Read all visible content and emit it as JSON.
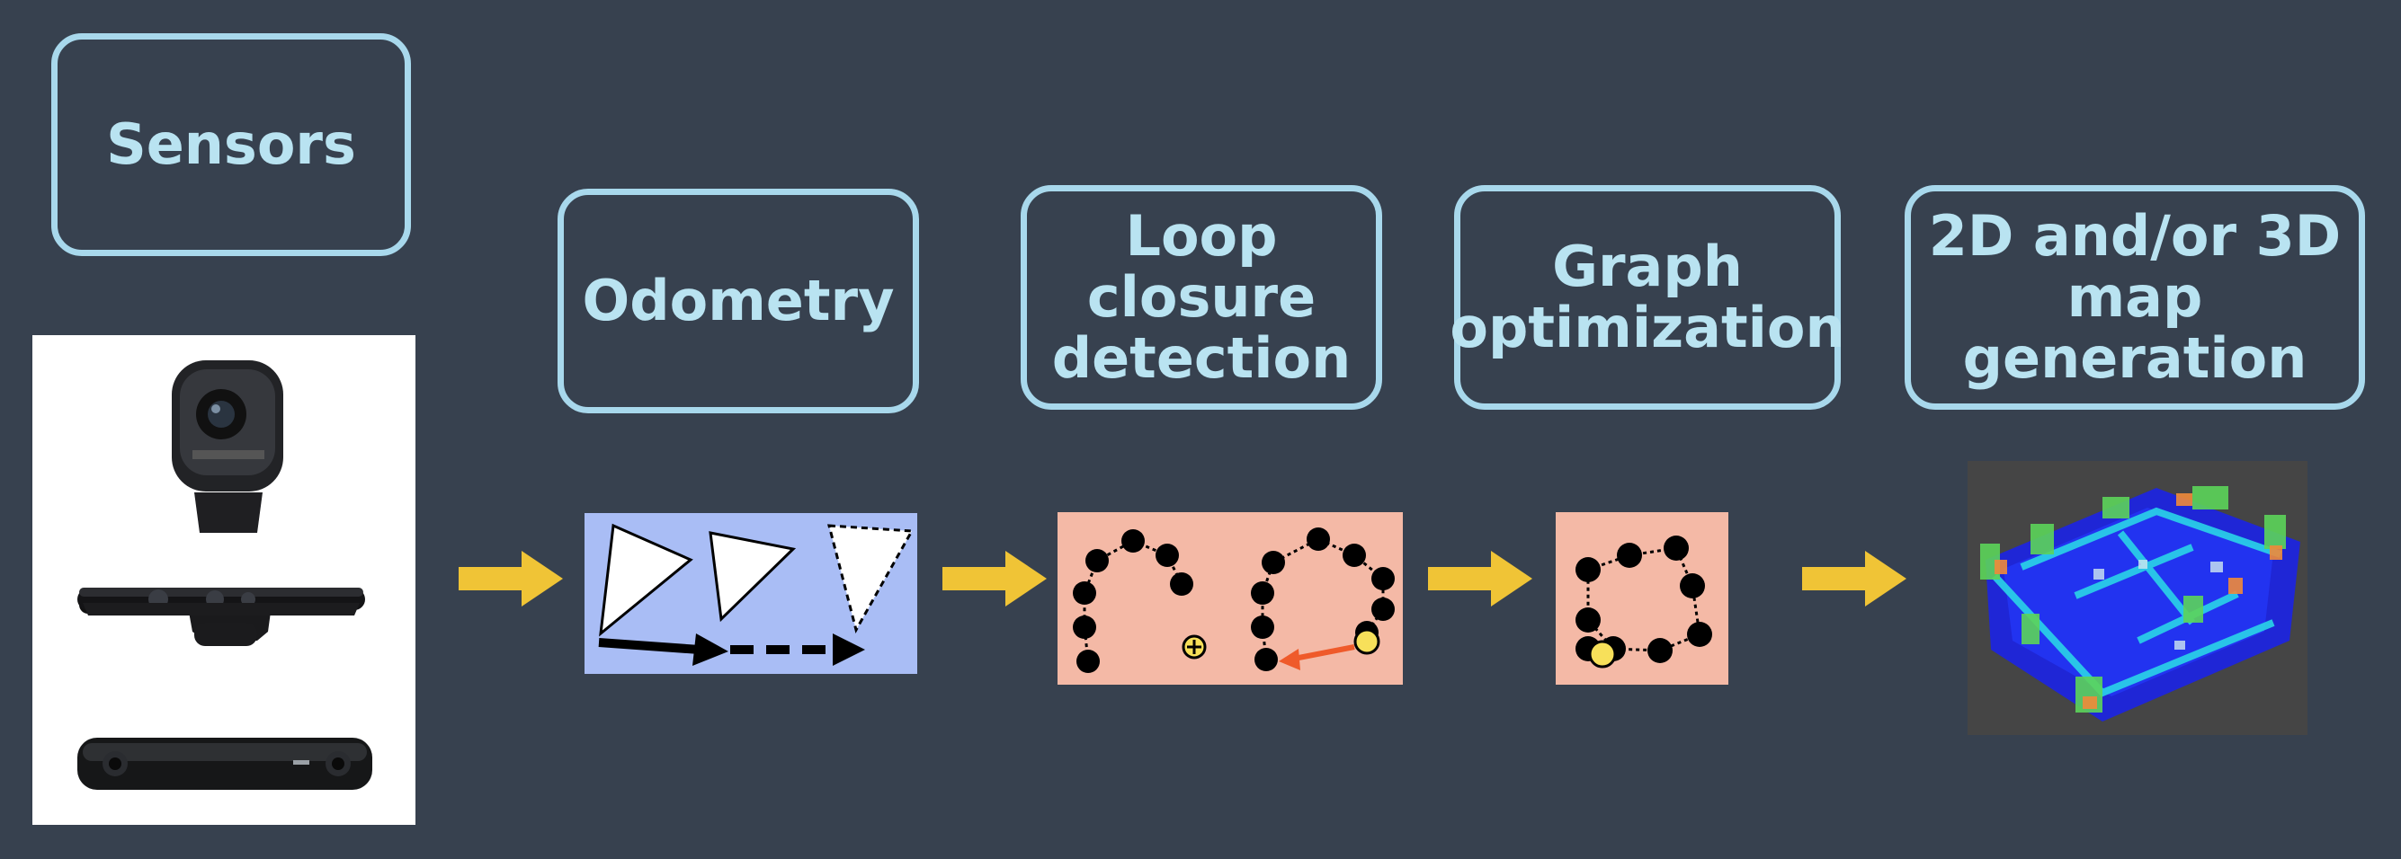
{
  "steps": {
    "sensors": "Sensors",
    "odometry": "Odometry",
    "loop_closure": "Loop\nclosure\ndetection",
    "graph_optimization": "Graph\noptimization",
    "map_generation": "2D and/or 3D\nmap generation"
  },
  "colors": {
    "background": "#37414f",
    "box_border": "#a8d8ec",
    "box_text": "#b9e3f1",
    "arrow": "#f0c436",
    "odometry_panel": "#a9bdf5",
    "graph_panel": "#f4b9a6",
    "highlight_node": "#f7e05a",
    "loop_edge": "#ef5a2a"
  },
  "icons": [
    "webcam-icon",
    "kinect-sensor-icon",
    "stereo-camera-icon",
    "pose-triangle-icon",
    "pose-graph-icon",
    "map-3d-icon",
    "flow-arrow-icon"
  ]
}
